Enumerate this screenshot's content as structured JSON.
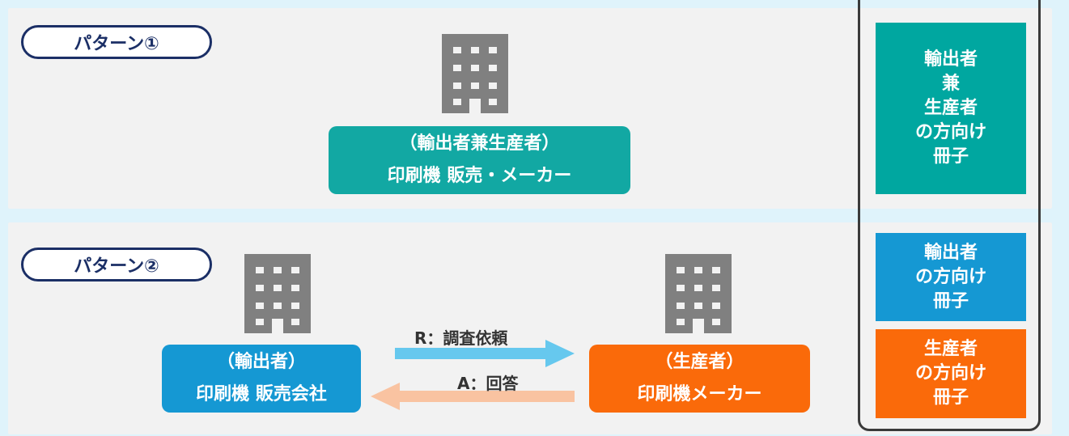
{
  "pattern1": {
    "label": "パターン①",
    "company": {
      "role": "（輸出者兼生産者）",
      "name": "印刷機 販売・メーカー"
    }
  },
  "pattern2": {
    "label": "パターン②",
    "exporter": {
      "role": "（輸出者）",
      "name": "印刷機 販売会社"
    },
    "producer": {
      "role": "（生産者）",
      "name": "印刷機メーカー"
    },
    "request_arrow": "R：調査依頼",
    "answer_arrow": "A：回答"
  },
  "booklets": {
    "combined": [
      "輸出者",
      "兼",
      "生産者",
      "の方向け",
      "冊子"
    ],
    "exporter": [
      "輸出者",
      "の方向け",
      "冊子"
    ],
    "producer": [
      "生産者",
      "の方向け",
      "冊子"
    ]
  },
  "colors": {
    "teal": "#12a8a3",
    "blue": "#1598d3",
    "orange": "#fa6a0a",
    "navy": "#1b2f66",
    "building_gray": "#808080",
    "arrow_request": "#66c8ee",
    "arrow_answer": "#f9c3a1"
  },
  "icons": {
    "building": "office-building-icon",
    "request_arrow": "arrow-right-icon",
    "answer_arrow": "arrow-left-icon"
  }
}
